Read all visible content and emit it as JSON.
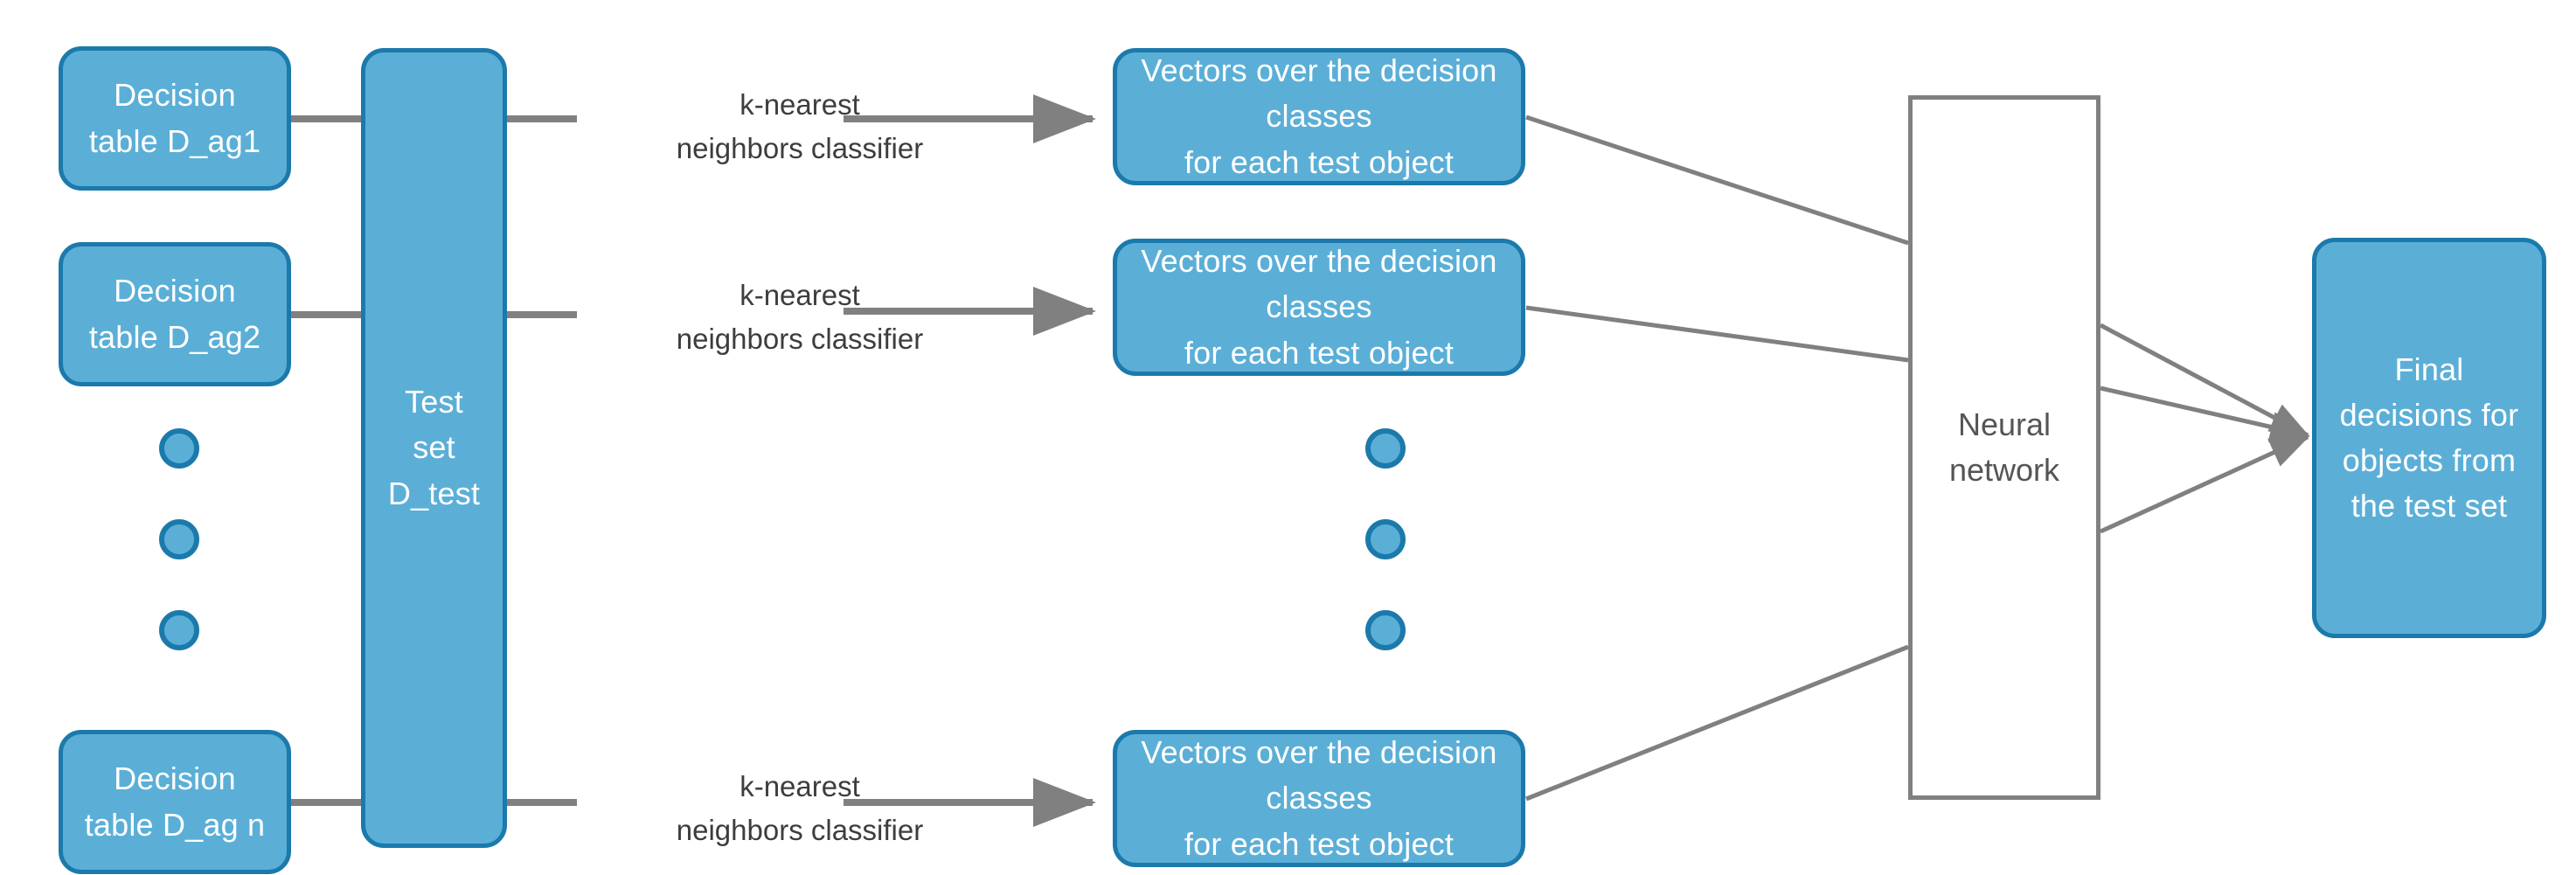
{
  "diagram": {
    "type": "flowchart",
    "title": "Ensemble of k-nearest neighbors classifiers combined by a neural network",
    "colors": {
      "node_fill": "#5BAFD7",
      "node_border": "#1B7AAB",
      "node_text": "#FFFFFF",
      "connector": "#808080",
      "white_node_fill": "#FFFFFF",
      "white_node_border": "#808080",
      "white_node_text": "#555555",
      "label_text": "#3D3D3D",
      "background": "#FFFFFF"
    },
    "nodes": {
      "decision_table_1": "Decision\ntable D_ag1",
      "decision_table_2": "Decision\ntable D_ag2",
      "decision_table_n": "Decision\ntable D_ag n",
      "test_set": "Test\nset\nD_test",
      "vectors_1": "Vectors over the decision classes\nfor each test object",
      "vectors_2": "Vectors over the decision classes\nfor each test object",
      "vectors_n": "Vectors over the decision classes\nfor each test object",
      "neural_network": "Neural\nnetwork",
      "final_decisions": "Final\ndecisions for\nobjects from\nthe test set"
    },
    "edge_labels": {
      "knn_1": "k-nearest\nneighbors classifier",
      "knn_2": "k-nearest\nneighbors classifier",
      "knn_n": "k-nearest\nneighbors classifier"
    },
    "ellipsis": {
      "left_column_dots": 3,
      "middle_column_dots": 3
    }
  }
}
